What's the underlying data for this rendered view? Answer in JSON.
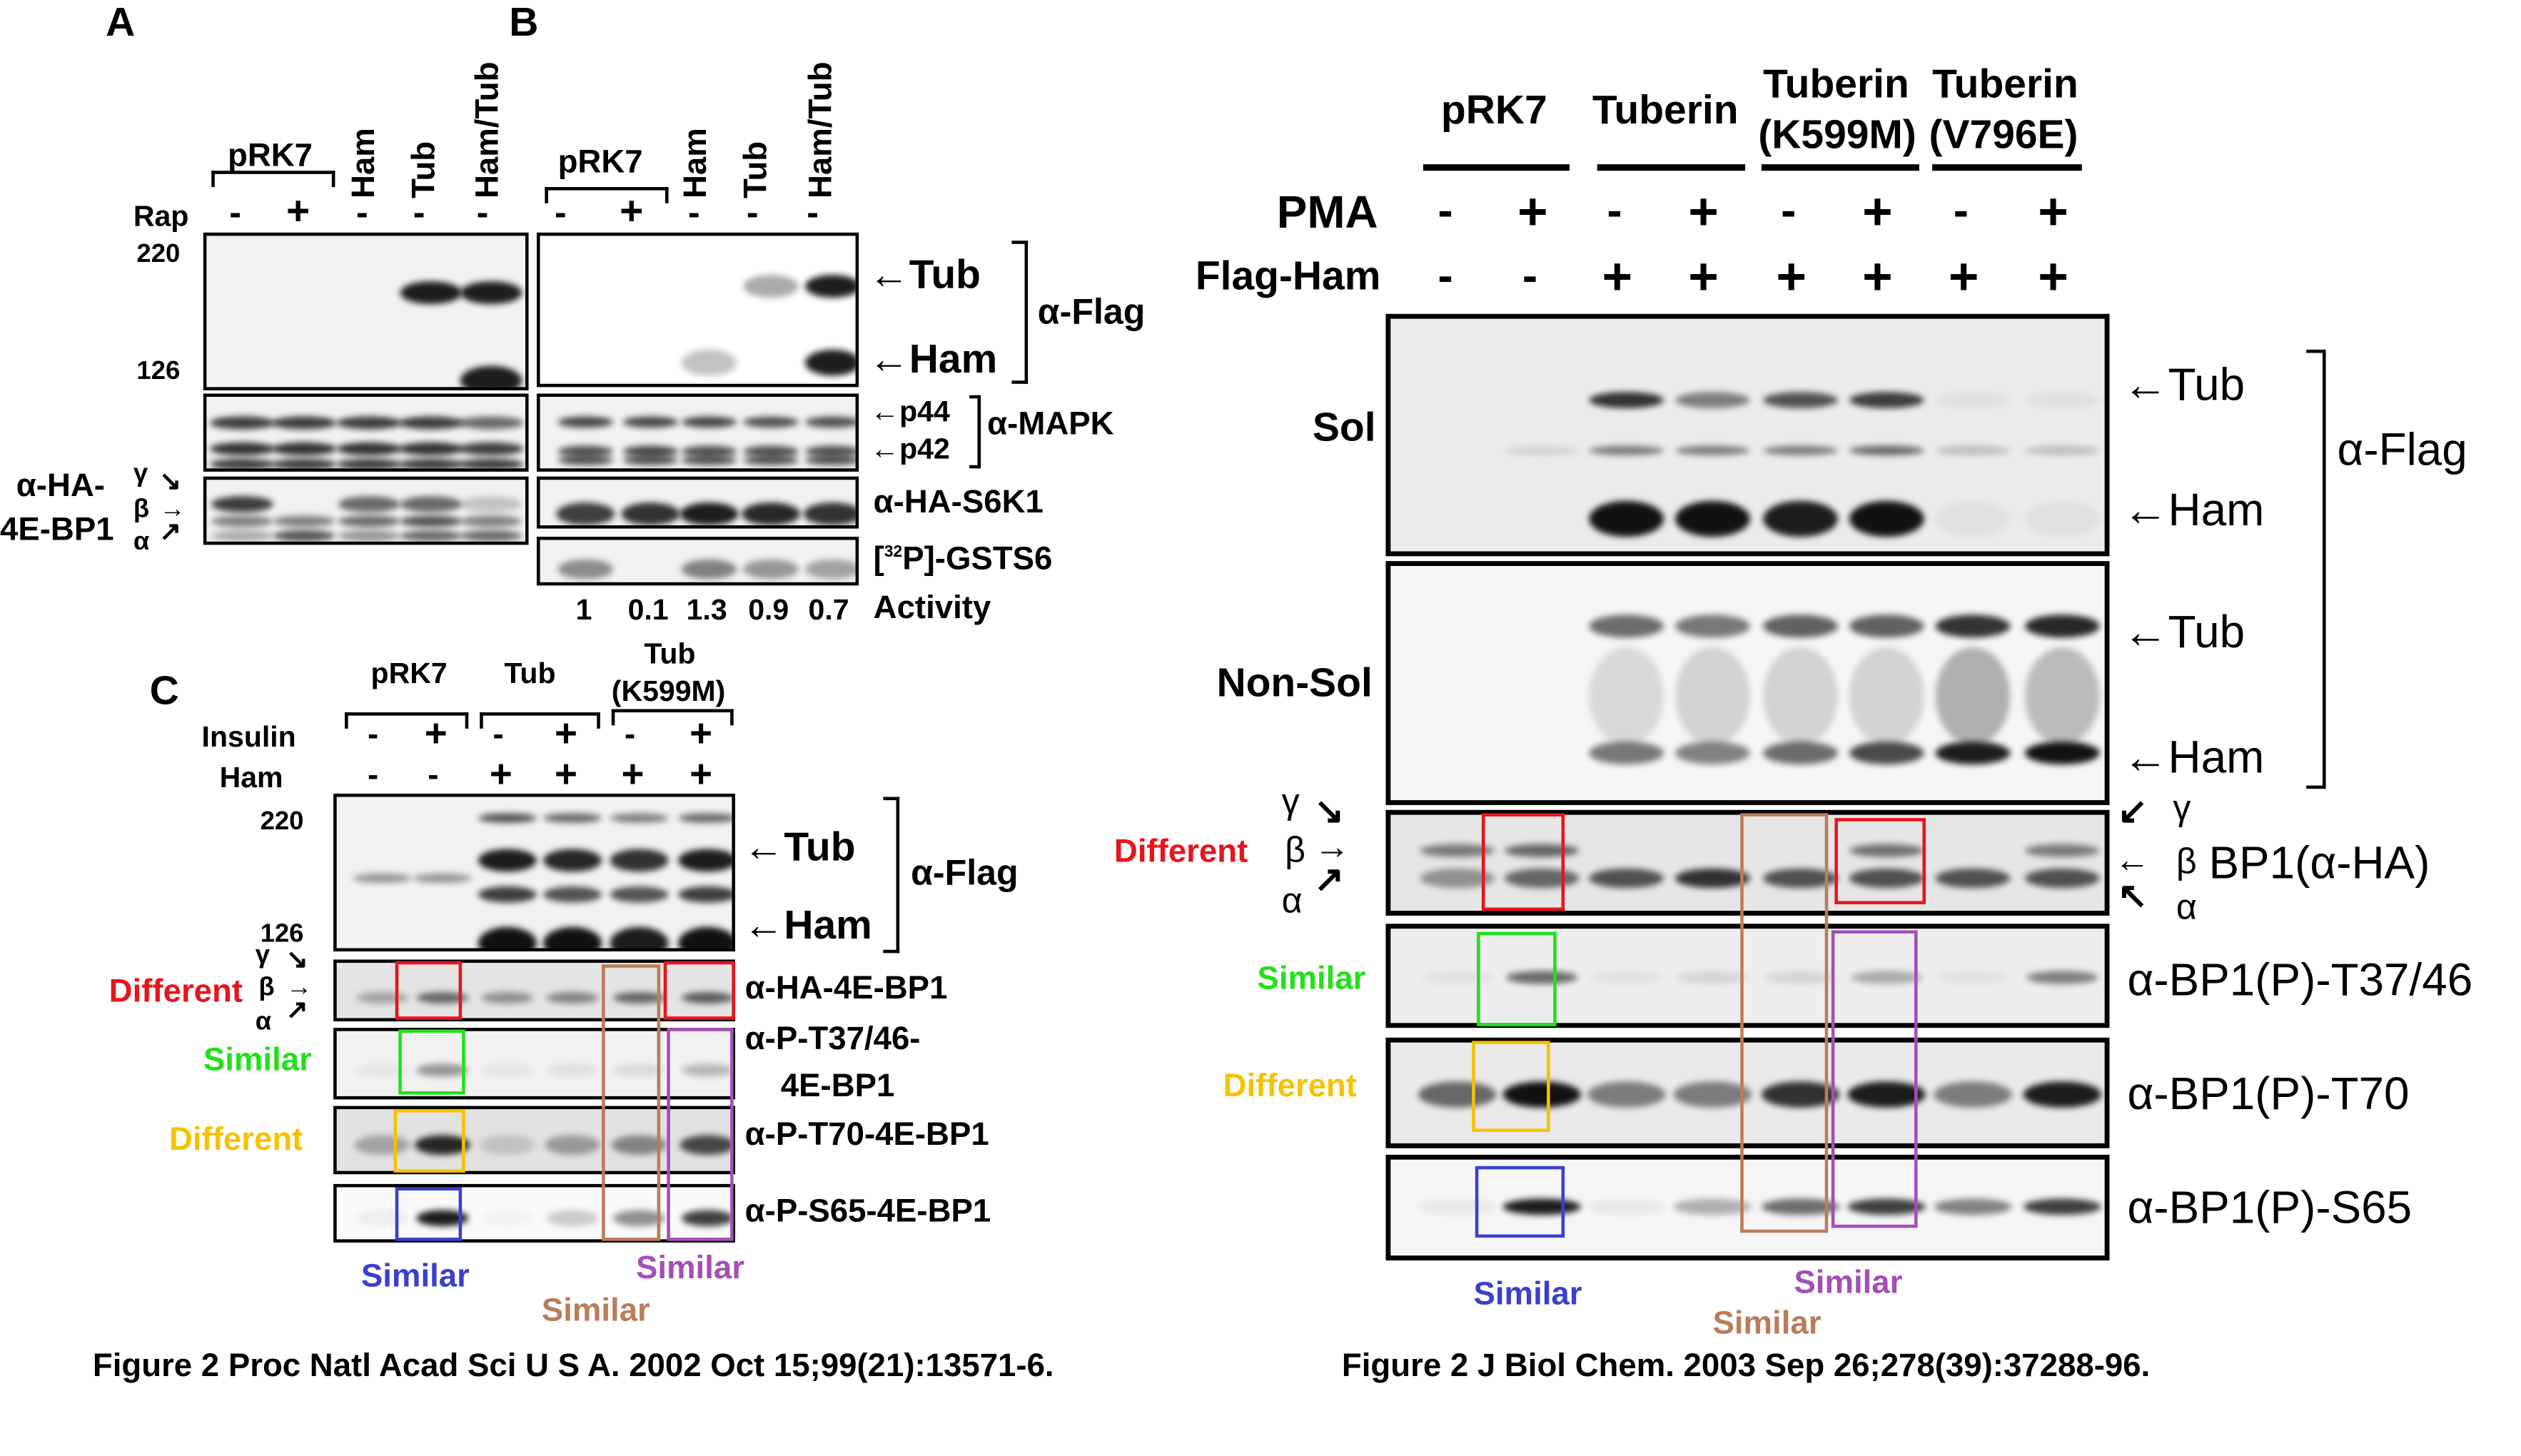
{
  "panel_a": {
    "letter": "A",
    "group": "pRK7",
    "columns": [
      "Ham",
      "Tub",
      "Ham/Tub"
    ],
    "row_label": "Rap",
    "signs": [
      "-",
      "+",
      "-",
      "-",
      "-"
    ],
    "markers": [
      "220",
      "126"
    ],
    "left_label_1": "α-HA-",
    "left_label_2": "4E-BP1",
    "greek": [
      "γ",
      "β",
      "α"
    ]
  },
  "panel_b": {
    "letter": "B",
    "group": "pRK7",
    "columns": [
      "Ham",
      "Tub",
      "Ham/Tub"
    ],
    "signs": [
      "-",
      "+",
      "-",
      "-",
      "-"
    ],
    "tub": "←Tub",
    "ham": "←Ham",
    "flag": "α-Flag",
    "p44": "←p44",
    "p42": "←p42",
    "mapk": "α-MAPK",
    "s6k1": "α-HA-S6K1",
    "gsts6_pre": "[",
    "gsts6_sup": "32",
    "gsts6_post": "P]-GSTS6",
    "activity_values": [
      "1",
      "0.1",
      "1.3",
      "0.9",
      "0.7"
    ],
    "activity_label": "Activity"
  },
  "panel_c": {
    "letter": "C",
    "groups": [
      "pRK7",
      "Tub",
      "Tub",
      "(K599M)"
    ],
    "insulin_label": "Insulin",
    "insulin_signs": [
      "-",
      "+",
      "-",
      "+",
      "-",
      "+"
    ],
    "ham_label": "Ham",
    "ham_signs": [
      "-",
      "-",
      "+",
      "+",
      "+",
      "+"
    ],
    "markers": [
      "220",
      "126"
    ],
    "tub": "←Tub",
    "ham": "←Ham",
    "flag": "α-Flag",
    "greek": [
      "γ",
      "β",
      "α"
    ],
    "rows": [
      "α-HA-4E-BP1",
      "α-P-T37/46-",
      "4E-BP1",
      "α-P-T70-4E-BP1",
      "α-P-S65-4E-BP1"
    ],
    "annotations": {
      "different_red": "Different",
      "similar_green": "Similar",
      "different_yellow": "Different",
      "similar_blue": "Similar",
      "similar_brown": "Similar",
      "similar_purple": "Similar"
    }
  },
  "panel_right": {
    "groups": [
      "pRK7",
      "Tuberin",
      "Tuberin",
      "(K599M)",
      "Tuberin",
      "(V796E)"
    ],
    "pma_label": "PMA",
    "pma_signs": [
      "-",
      "+",
      "-",
      "+",
      "-",
      "+",
      "-",
      "+"
    ],
    "flagham_label": "Flag-Ham",
    "flagham_signs": [
      "-",
      "-",
      "+",
      "+",
      "+",
      "+",
      "+",
      "+"
    ],
    "sol": "Sol",
    "nonsol": "Non-Sol",
    "tub": "←Tub",
    "ham": "←Ham",
    "flag": "α-Flag",
    "greek": [
      "γ",
      "β",
      "α"
    ],
    "bp1": "BP1(α-HA)",
    "t37": "α-BP1(P)-T37/46",
    "t70": "α-BP1(P)-T70",
    "s65": "α-BP1(P)-S65",
    "annotations": {
      "different_red": "Different",
      "similar_green": "Similar",
      "different_yellow": "Different",
      "similar_blue": "Similar",
      "similar_brown": "Similar",
      "similar_purple": "Similar"
    }
  },
  "captions": {
    "left": "Figure 2 Proc Natl Acad Sci U S A. 2002 Oct 15;99(21):13571-6.",
    "right": "Figure 2 J Biol Chem. 2003 Sep 26;278(39):37288-96."
  },
  "colors": {
    "red": "#e8141c",
    "green": "#22e01a",
    "yellow": "#f5c200",
    "blue": "#3b3fce",
    "brown": "#b97d5a",
    "purple": "#a34fb5"
  }
}
